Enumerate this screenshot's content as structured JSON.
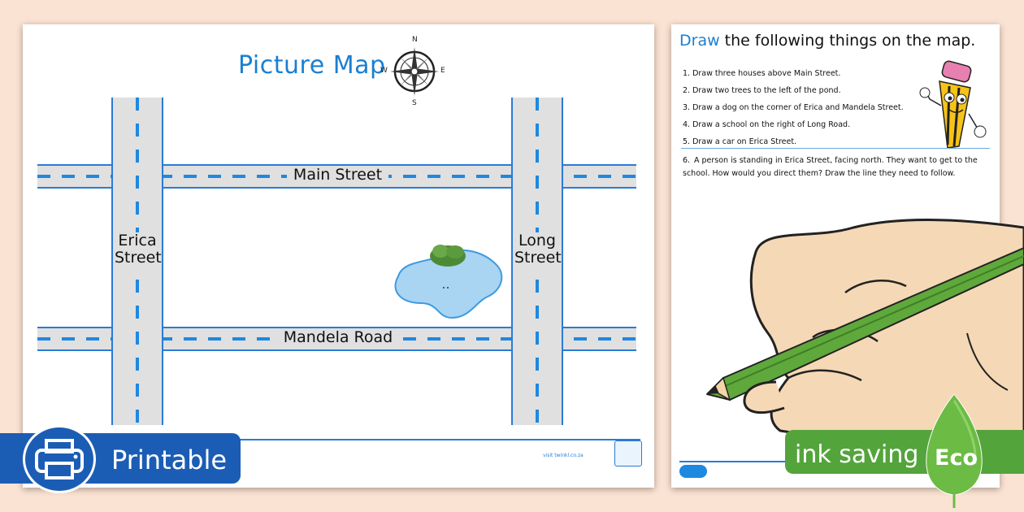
{
  "map": {
    "title": "Picture Map",
    "compass": {
      "n": "N",
      "s": "S",
      "e": "E",
      "w": "W"
    },
    "roads": {
      "main": "Main Street",
      "mandela": "Mandela Road",
      "erica_line1": "Erica",
      "erica_line2": "Street",
      "long_line1": "Long",
      "long_line2": "Street"
    },
    "footer_text": "visit twinkl.co.za"
  },
  "printable_badge": {
    "label": "Printable",
    "icon": "printer-icon",
    "color": "#1b5db5"
  },
  "worksheet": {
    "heading_accent": "Draw",
    "heading_rest": " the following things on the map.",
    "instructions": [
      "1.  Draw three houses above Main Street.",
      "2.  Draw two trees to the left of the pond.",
      "3.  Draw a dog on the corner of Erica and Mandela Street.",
      "4.  Draw a school on the right of Long Road.",
      "5.  Draw a car on Erica Street."
    ],
    "instruction6_num": "6.",
    "instruction6": "A person is standing in Erica Street, facing north. They want to get to the school. How would you direct them? Draw the line they need to follow."
  },
  "eco_badge": {
    "label": "ink saving",
    "leaf_word": "Eco",
    "color": "#54a43c"
  },
  "colors": {
    "accent_blue": "#1a7fd1",
    "road_border": "#2a7bd6",
    "road_fill": "#e0e0e0",
    "background": "#fbe3d3"
  }
}
